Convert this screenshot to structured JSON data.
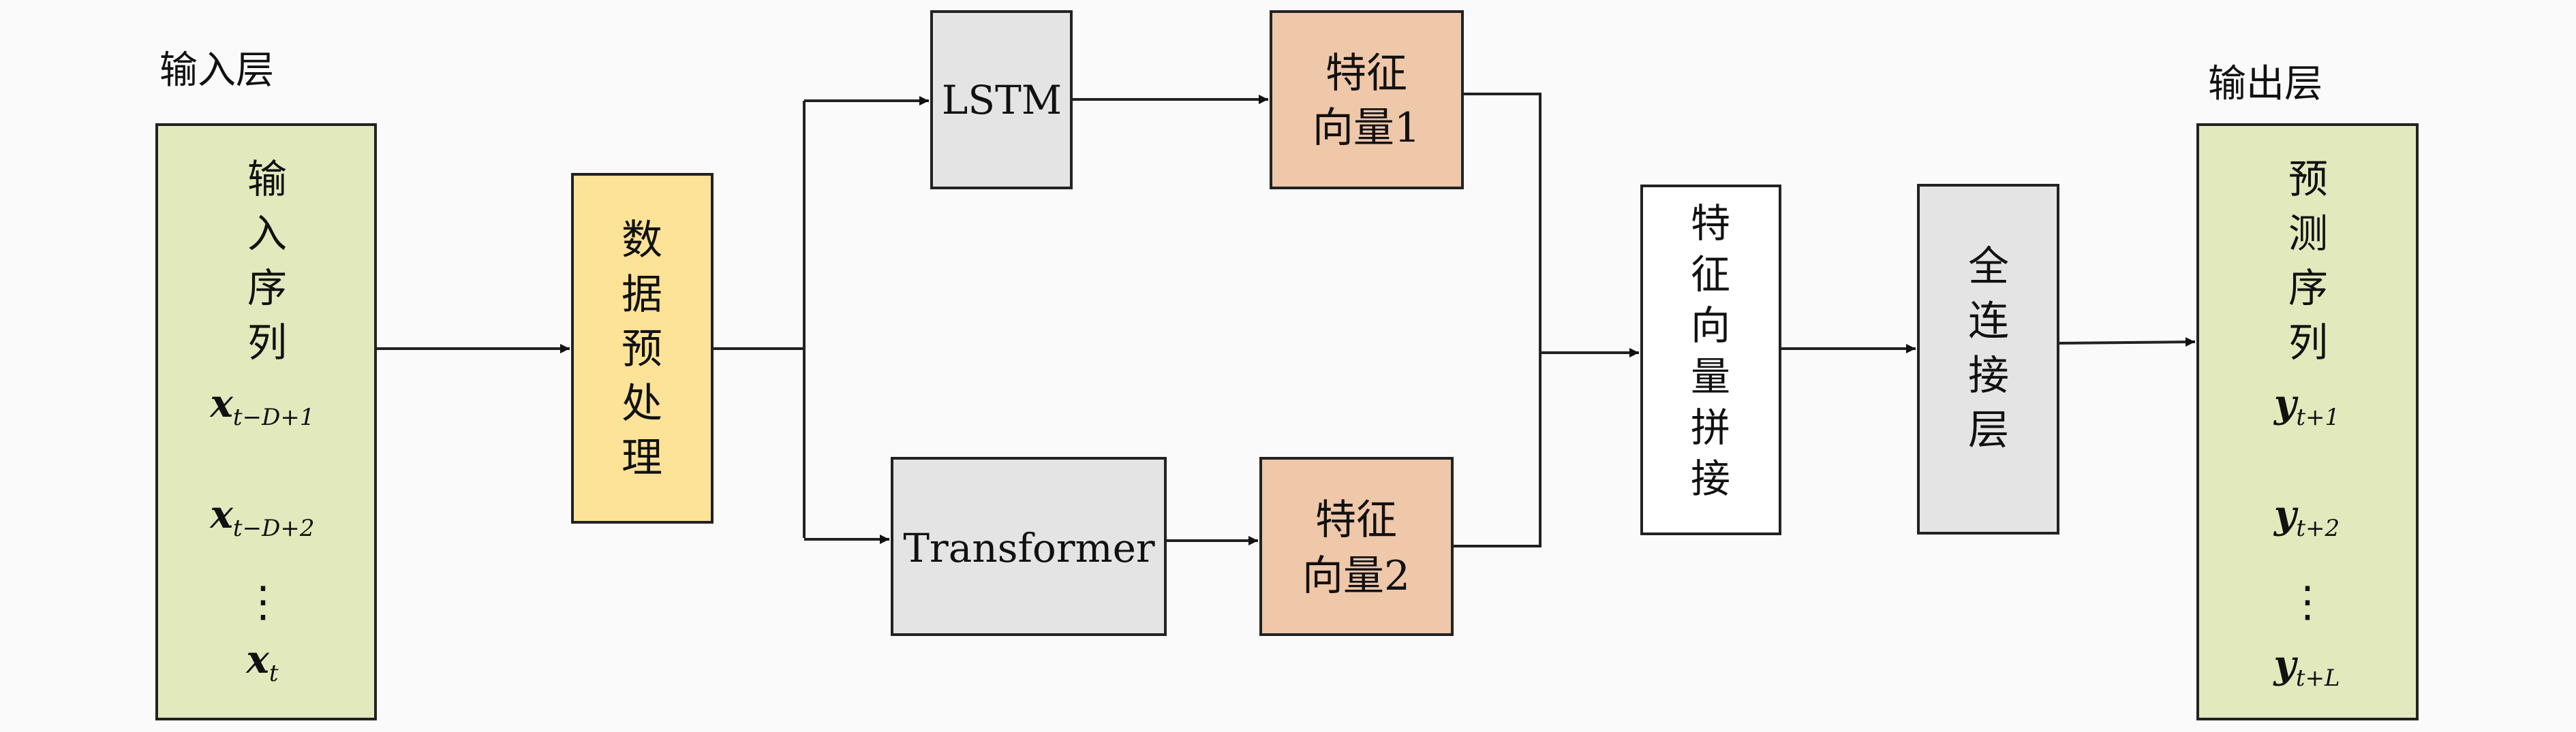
{
  "colors": {
    "input_fill": "#e2e9bd",
    "preprocess_fill": "#fde397",
    "model_fill": "#e4e4e4",
    "feature_fill": "#efc7a9",
    "concat_fill": "#ffffff",
    "fc_fill": "#e4e4e4",
    "output_fill": "#e2e9bd",
    "stroke": "#222222"
  },
  "input_layer": {
    "title": "输入层",
    "box_chars": [
      "输",
      "入",
      "序",
      "列"
    ],
    "seq": [
      {
        "base": "x",
        "sub": "t−D+1"
      },
      {
        "base": "x",
        "sub": "t−D+2"
      },
      {
        "base": "",
        "sub": "",
        "ellipsis": "⋮"
      },
      {
        "base": "x",
        "sub": "t"
      }
    ]
  },
  "preprocess": {
    "chars": [
      "数",
      "据",
      "预",
      "处",
      "理"
    ]
  },
  "lstm": {
    "label": "LSTM"
  },
  "transformer": {
    "label": "Transformer"
  },
  "feature1": {
    "line1": "特征",
    "line2": "向量1"
  },
  "feature2": {
    "line1": "特征",
    "line2": "向量2"
  },
  "concat": {
    "chars": [
      "特",
      "征",
      "向",
      "量",
      "拼",
      "接"
    ]
  },
  "fc": {
    "chars": [
      "全",
      "连",
      "接",
      "层"
    ]
  },
  "output_layer": {
    "title": "输出层",
    "box_chars": [
      "预",
      "测",
      "序",
      "列"
    ],
    "seq": [
      {
        "base": "y",
        "sub": "t+1"
      },
      {
        "base": "y",
        "sub": "t+2"
      },
      {
        "base": "",
        "sub": "",
        "ellipsis": "⋮"
      },
      {
        "base": "y",
        "sub": "t+L"
      }
    ]
  }
}
